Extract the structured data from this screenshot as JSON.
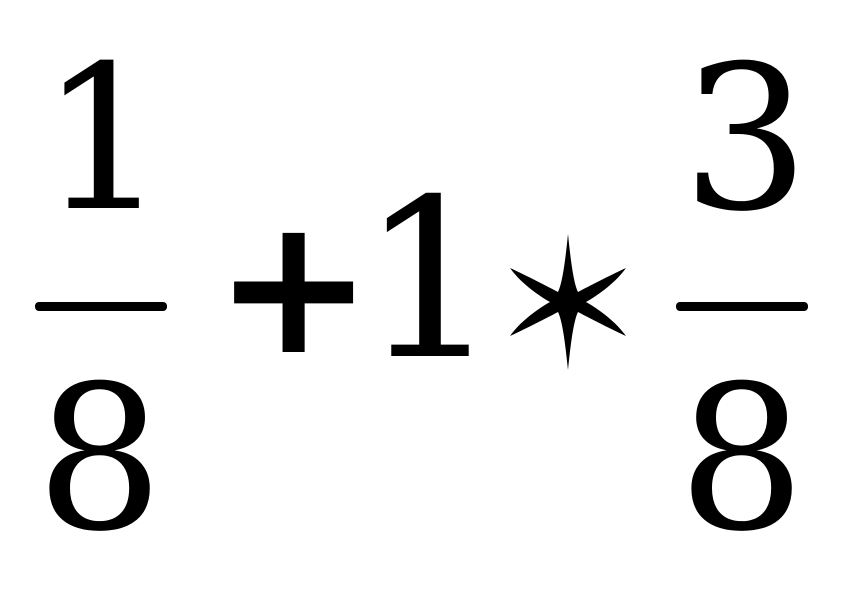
{
  "expression": {
    "left_fraction": {
      "numerator": "1",
      "denominator": "8"
    },
    "operator_plus": "+",
    "integer": "1",
    "operator_star_icon": "six-pointed-star-icon",
    "right_fraction": {
      "numerator": "3",
      "denominator": "8"
    }
  }
}
